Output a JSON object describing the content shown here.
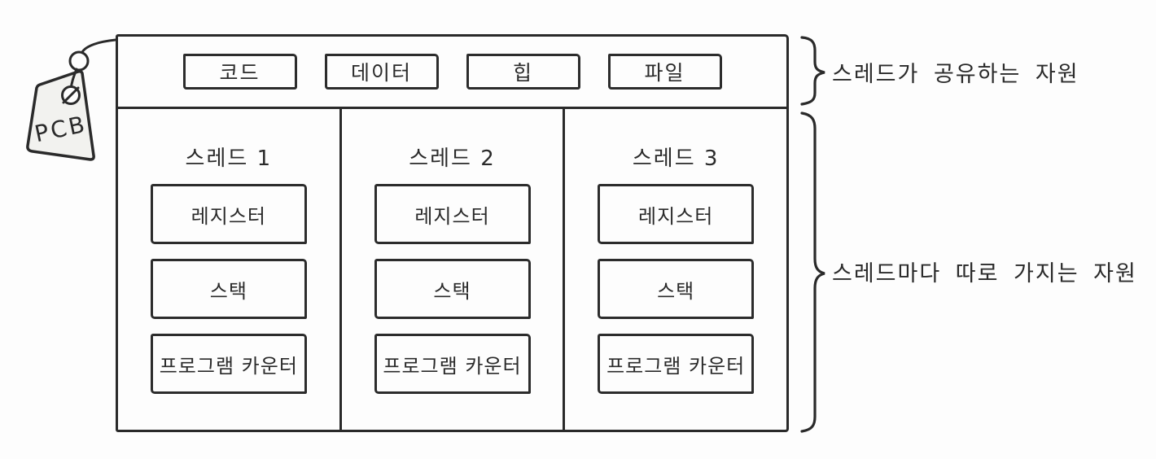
{
  "diagram": {
    "tag_label": "PCB",
    "shared": {
      "items": [
        "코드",
        "데이터",
        "힙",
        "파일"
      ],
      "brace_label": "스레드가 공유하는 자원"
    },
    "threads": {
      "columns": [
        {
          "title": "스레드 1",
          "items": [
            "레지스터",
            "스택",
            "프로그램 카운터"
          ]
        },
        {
          "title": "스레드 2",
          "items": [
            "레지스터",
            "스택",
            "프로그램 카운터"
          ]
        },
        {
          "title": "스레드 3",
          "items": [
            "레지스터",
            "스택",
            "프로그램 카운터"
          ]
        }
      ],
      "brace_label": "스레드마다 따로 가지는 자원"
    },
    "colors": {
      "ink": "#2a2a2a",
      "background": "#fdfdfd",
      "tag_fill": "#f2f2ef"
    }
  }
}
